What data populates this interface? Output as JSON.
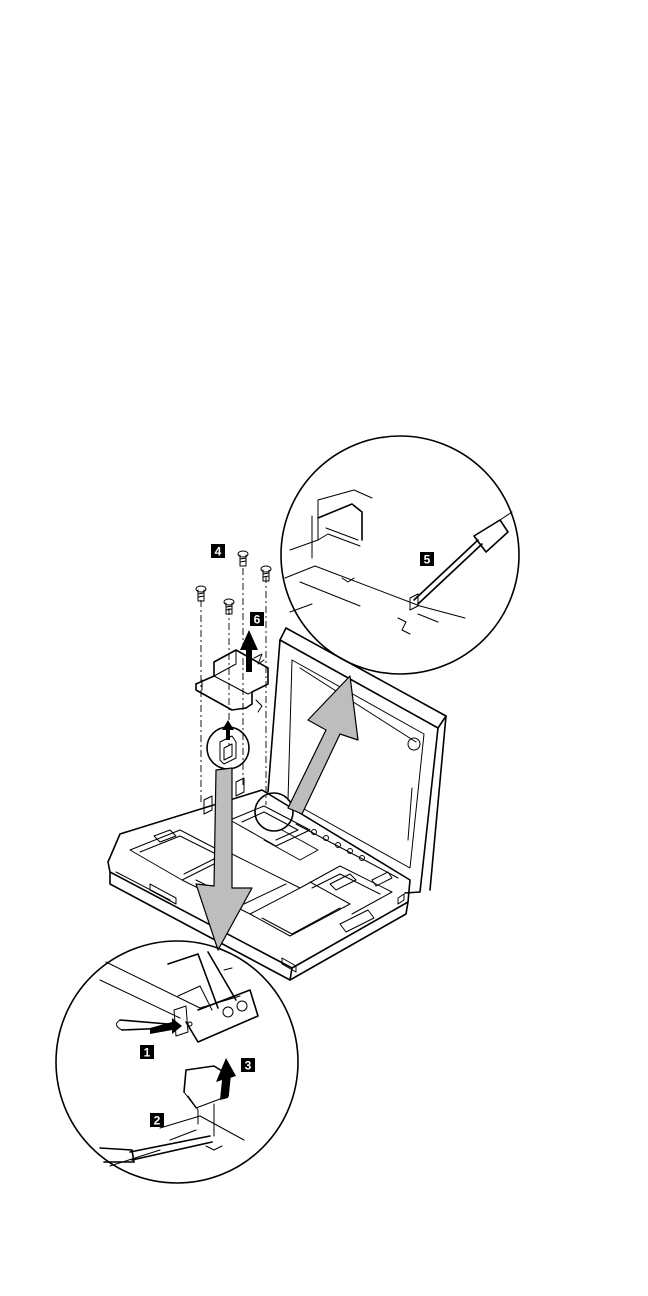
{
  "callouts": {
    "step1": "1",
    "step2": "2",
    "step3": "3",
    "step4": "4",
    "step5": "5",
    "step6": "6"
  },
  "colors": {
    "line": "#000000",
    "arrow_fill": "#bdbdbd",
    "background": "#ffffff"
  }
}
